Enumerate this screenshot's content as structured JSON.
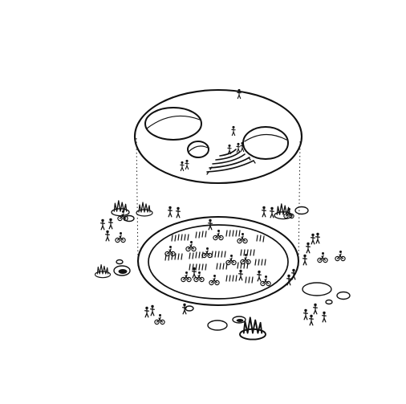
{
  "illustration": {
    "style": "black ink line sketch on white",
    "colors": {
      "ink": "#111111",
      "paper": "#ffffff"
    },
    "canopy": {
      "openings": 3,
      "stepped_seating_tiers": 5
    },
    "ground_plaza": {
      "bicycle_parking_rows": 6
    },
    "icons": {
      "person": "person-icon",
      "bicycle": "bicycle-icon",
      "tree": "tree-icon",
      "plant": "plant-icon",
      "stone": "stone-icon"
    }
  }
}
